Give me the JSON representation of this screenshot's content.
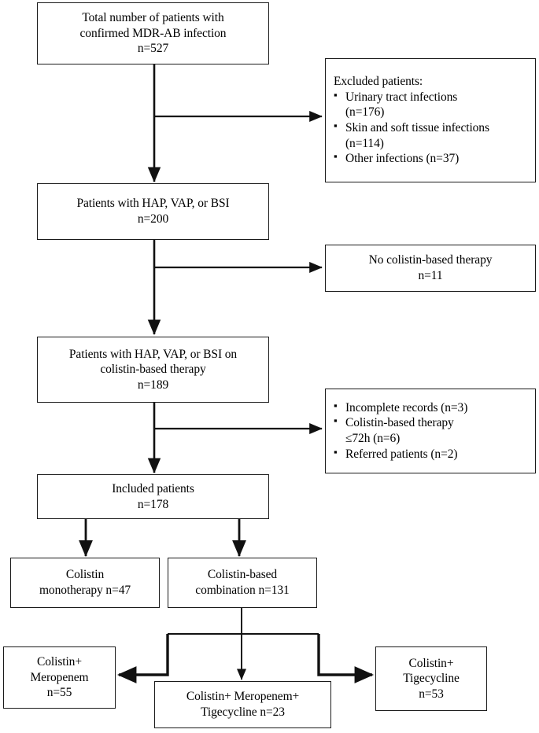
{
  "diagram": {
    "type": "patient-flow-diagram",
    "title": "MDR-AB infection patient selection flow",
    "nodes": [
      {
        "id": "total-patients",
        "name": "total-patients-box",
        "lines": [
          "Total number of patients with",
          "confirmed MDR-AB infection",
          "n=527"
        ],
        "n": 527
      },
      {
        "id": "excluded-patients",
        "name": "excluded-patients-box",
        "heading": "Excluded patients:",
        "items": [
          {
            "text": "Urinary tract infections",
            "cont": "(n=176)",
            "n": 176
          },
          {
            "text": "Skin and soft tissue infections",
            "cont": "(n=114)",
            "n": 114
          },
          {
            "text": "Other infections (n=37)",
            "cont": "",
            "n": 37
          }
        ]
      },
      {
        "id": "hap-vap-bsi",
        "name": "hap-vap-bsi-box",
        "lines": [
          "Patients with HAP, VAP, or BSI",
          "n=200"
        ],
        "n": 200
      },
      {
        "id": "no-colistin",
        "name": "no-colistin-therapy-box",
        "lines": [
          "No colistin-based therapy",
          "n=11"
        ],
        "n": 11
      },
      {
        "id": "on-colistin",
        "name": "patients-on-colistin-box",
        "lines": [
          "Patients with HAP, VAP, or BSI on",
          "colistin-based therapy",
          "n=189"
        ],
        "n": 189
      },
      {
        "id": "excluded-2",
        "name": "secondary-exclusions-box",
        "items": [
          {
            "text": "Incomplete records (n=3)",
            "cont": "",
            "n": 3
          },
          {
            "text": "Colistin-based therapy",
            "cont": "≤72h (n=6)",
            "n": 6
          },
          {
            "text": "Referred patients (n=2)",
            "cont": "",
            "n": 2
          }
        ]
      },
      {
        "id": "included",
        "name": "included-patients-box",
        "lines": [
          "Included patients",
          "n=178"
        ],
        "n": 178
      },
      {
        "id": "monotherapy",
        "name": "colistin-monotherapy-box",
        "lines": [
          "Colistin",
          "monotherapy n=47"
        ],
        "n": 47
      },
      {
        "id": "combination",
        "name": "colistin-combination-box",
        "lines": [
          "Colistin-based",
          "combination n=131"
        ],
        "n": 131
      },
      {
        "id": "col-mero",
        "name": "colistin-meropenem-box",
        "lines": [
          "Colistin+",
          "Meropenem",
          "n=55"
        ],
        "n": 55
      },
      {
        "id": "col-mero-tige",
        "name": "colistin-meropenem-tigecycline-box",
        "lines": [
          "Colistin+ Meropenem+",
          "Tigecycline n=23"
        ],
        "n": 23
      },
      {
        "id": "col-tige",
        "name": "colistin-tigecycline-box",
        "lines": [
          "Colistin+",
          "Tigecycline",
          "n=53"
        ],
        "n": 53
      }
    ],
    "colors": {
      "stroke": "#1a1a1a",
      "background": "#ffffff",
      "text": "#000000"
    }
  }
}
